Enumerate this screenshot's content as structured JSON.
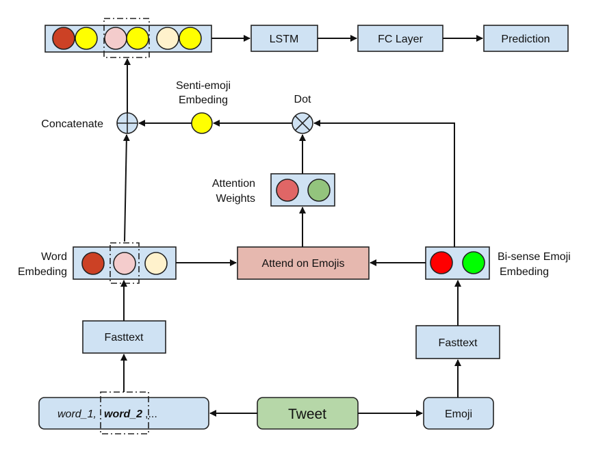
{
  "colors": {
    "box_fill": "#cfe2f3",
    "attend_fill": "#e6b8af",
    "tweet_fill": "#b6d7a8",
    "dark_red": "#cc4125",
    "salmon": "#e06666",
    "pink": "#f4cccc",
    "cream": "#fff2cc",
    "yellow": "#ffff00",
    "soft_green": "#93c47d",
    "red": "#ff0000",
    "green": "#00ff00",
    "operator": "#cfe2f3"
  },
  "labels": {
    "lstm": "LSTM",
    "fc_layer": "FC Layer",
    "prediction": "Prediction",
    "senti_emoji_line1": "Senti-emoji",
    "senti_emoji_line2": "Embeding",
    "dot": "Dot",
    "concatenate": "Concatenate",
    "attention_line1": "Attention",
    "attention_line2": "Weights",
    "word_emb_line1": "Word",
    "word_emb_line2": "Embeding",
    "attend_on_emojis": "Attend on Emojis",
    "bisense_line1": "Bi-sense Emoji",
    "bisense_line2": "Embeding",
    "fasttext_left": "Fasttext",
    "fasttext_right": "Fasttext",
    "word_1": "word_1,",
    "word_2": "word_2",
    "word_rest": ",...",
    "tweet": "Tweet",
    "emoji": "Emoji"
  }
}
